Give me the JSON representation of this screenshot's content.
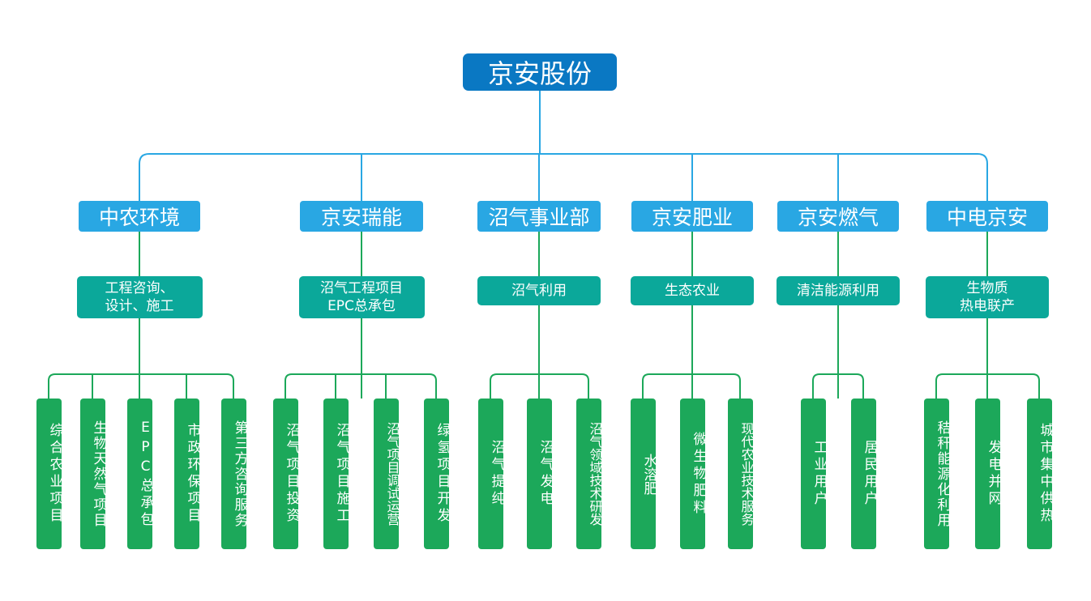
{
  "root": {
    "label": "京安股份"
  },
  "colors": {
    "root": "#0a78c3",
    "company": "#29a7e3",
    "business": "#0ba89a",
    "item": "#1ca85a",
    "line_blue": "#29a7e3",
    "line_green": "#1ca85a"
  },
  "companies": [
    {
      "label": "中农环境",
      "business": [
        "工程咨询、",
        "设计、施工"
      ],
      "items": [
        "综合农业项目",
        "生物天然气项目",
        "EPC总承包",
        "市政环保项目",
        "第三方咨询服务"
      ]
    },
    {
      "label": "京安瑞能",
      "business": [
        "沼气工程项目",
        "EPC总承包"
      ],
      "items": [
        "沼气项目投资",
        "沼气项目施工",
        "沼气项目调试运营",
        "绿氢项目开发"
      ]
    },
    {
      "label": "沼气事业部",
      "business": [
        "沼气利用"
      ],
      "items": [
        "沼气提纯",
        "沼气发电",
        "沼气领域技术研发"
      ]
    },
    {
      "label": "京安肥业",
      "business": [
        "生态农业"
      ],
      "items": [
        "水溶肥",
        "微生物肥料",
        "现代农业技术服务"
      ]
    },
    {
      "label": "京安燃气",
      "business": [
        "清洁能源利用"
      ],
      "items": [
        "工业用户",
        "居民用户"
      ]
    },
    {
      "label": "中电京安",
      "business": [
        "生物质",
        "热电联产"
      ],
      "items": [
        "秸秆能源化利用",
        "发电并网",
        "城市集中供热"
      ]
    }
  ]
}
